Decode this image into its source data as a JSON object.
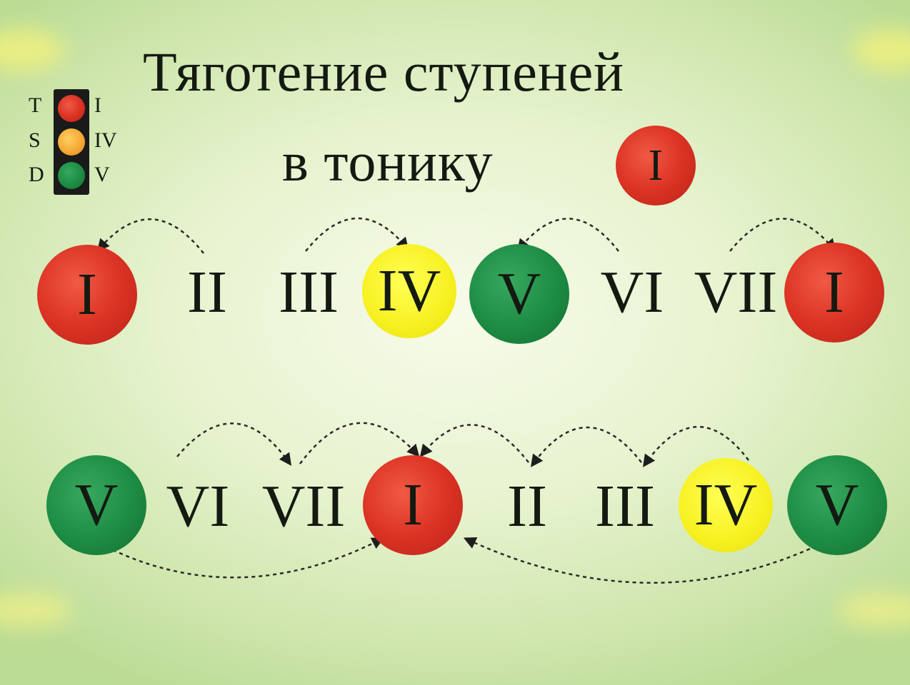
{
  "title": {
    "line1": "Тяготение ступеней",
    "line2": "в тонику",
    "tonic": "I"
  },
  "legend": {
    "functions": [
      "T",
      "S",
      "D"
    ],
    "degrees": [
      "I",
      "IV",
      "V"
    ],
    "lamp_colors": [
      "#dc3324",
      "#f4a532",
      "#1d8c43"
    ]
  },
  "row1": {
    "degrees": [
      "I",
      "II",
      "III",
      "IV",
      "V",
      "VI",
      "VII",
      "I"
    ],
    "circle_colors": [
      "red",
      "none",
      "none",
      "yellow",
      "green",
      "none",
      "none",
      "red"
    ]
  },
  "row2": {
    "degrees": [
      "V",
      "VI",
      "VII",
      "I",
      "II",
      "III",
      "IV",
      "V"
    ],
    "circle_colors": [
      "green",
      "none",
      "none",
      "red",
      "none",
      "none",
      "yellow",
      "green"
    ]
  },
  "colors": {
    "tonic_red": "#dc3324",
    "subdominant_yellow": "#f7f020",
    "dominant_green": "#1d8c43",
    "background": "#e7f3cf"
  }
}
